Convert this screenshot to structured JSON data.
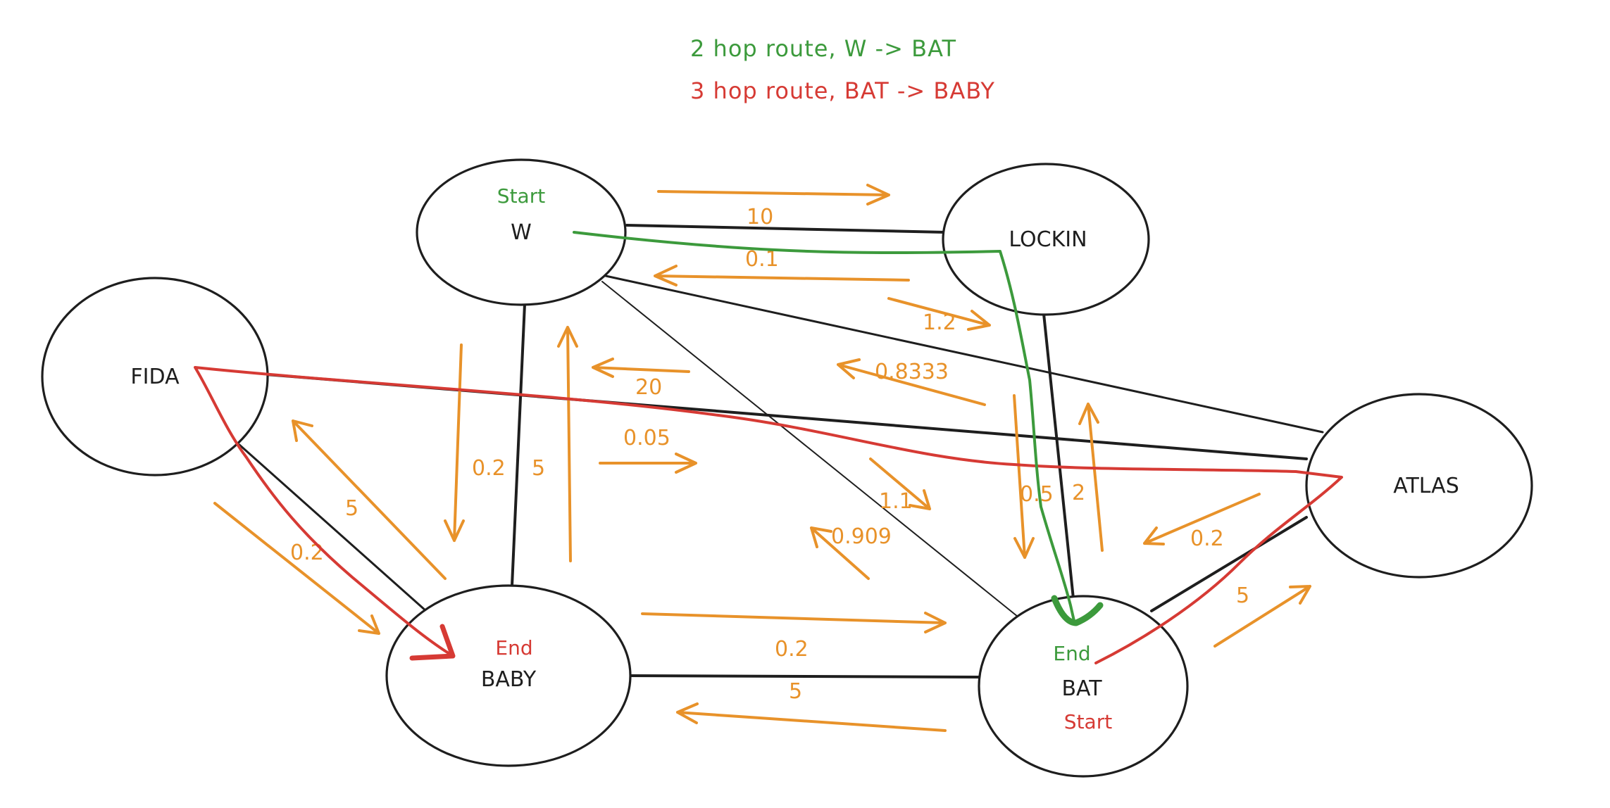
{
  "legend": {
    "green_text": "2 hop route, W -> BAT",
    "red_text": "3 hop route, BAT -> BABY"
  },
  "colors": {
    "orange": "#e8922a",
    "green": "#3c9a3c",
    "red": "#d63a34",
    "ink": "#1e1e1e"
  },
  "nodes": {
    "w": {
      "name": "W",
      "tag": "Start",
      "tag_color": "green"
    },
    "lockin": {
      "name": "LOCKIN"
    },
    "fida": {
      "name": "FIDA"
    },
    "atlas": {
      "name": "ATLAS"
    },
    "baby": {
      "name": "BABY",
      "tag": "End",
      "tag_color": "red"
    },
    "bat": {
      "name": "BAT",
      "tag_top": "End",
      "tag_top_color": "green",
      "tag_bottom": "Start",
      "tag_bottom_color": "red"
    }
  },
  "rates": {
    "w_lockin": "10",
    "lockin_w": "0.1",
    "w_bat": "1.2",
    "bat_w": "0.8333",
    "baby_w_20": "20",
    "w_atlas": "0.05",
    "w_baby": "0.2",
    "baby_w_5": "5",
    "baby_bat_1_1": "1.1",
    "bat_baby_0909": "0.909",
    "fida_baby": "0.2",
    "baby_fida": "5",
    "baby_bat": "0.2",
    "bat_baby": "5",
    "lockin_bat": "0.5",
    "bat_lockin": "2",
    "atlas_bat": "0.2",
    "bat_atlas": "5"
  }
}
